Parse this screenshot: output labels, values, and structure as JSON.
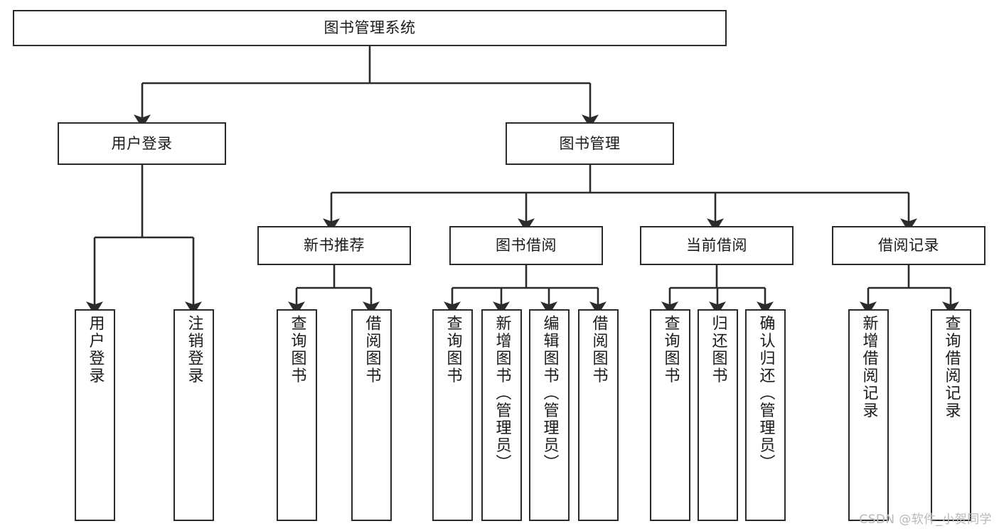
{
  "diagram": {
    "title": "图书管理系统",
    "watermark": "CSDN @软件_小贺同学",
    "stroke_color": "#2b2b2b",
    "text_color": "#1a1a1a",
    "background_color": "#ffffff",
    "watermark_color": "#b8b8b8"
  },
  "nodes": {
    "root": {
      "label": "图书管理系统"
    },
    "level2": [
      {
        "id": "user-login",
        "label": "用户登录"
      },
      {
        "id": "book-manage",
        "label": "图书管理"
      }
    ],
    "level3": [
      {
        "id": "new-book-recommend",
        "label": "新书推荐"
      },
      {
        "id": "book-borrow",
        "label": "图书借阅"
      },
      {
        "id": "current-borrow",
        "label": "当前借阅"
      },
      {
        "id": "borrow-record",
        "label": "借阅记录"
      }
    ],
    "leaves": {
      "user_login": [
        {
          "id": "leaf-user-login",
          "label": "用户登录"
        },
        {
          "id": "leaf-logout-login",
          "label": "注销登录"
        }
      ],
      "new_book_recommend": [
        {
          "id": "leaf-query-book-1",
          "label": "查询图书"
        },
        {
          "id": "leaf-borrow-book-1",
          "label": "借阅图书"
        }
      ],
      "book_borrow": [
        {
          "id": "leaf-query-book-2",
          "label": "查询图书"
        },
        {
          "id": "leaf-add-book",
          "label": "新增图书（管理员）"
        },
        {
          "id": "leaf-edit-book",
          "label": "编辑图书（管理员）"
        },
        {
          "id": "leaf-borrow-book-2",
          "label": "借阅图书"
        }
      ],
      "current_borrow": [
        {
          "id": "leaf-query-book-3",
          "label": "查询图书"
        },
        {
          "id": "leaf-return-book",
          "label": "归还图书"
        },
        {
          "id": "leaf-confirm-return",
          "label": "确认归还（管理员）"
        }
      ],
      "borrow_record": [
        {
          "id": "leaf-add-record",
          "label": "新增借阅记录"
        },
        {
          "id": "leaf-query-record",
          "label": "查询借阅记录"
        }
      ]
    }
  },
  "chart_data": {
    "type": "diagram",
    "subtype": "tree-hierarchy",
    "title": "图书管理系统",
    "orientation": "top-down",
    "edge_style": "orthogonal-with-arrowheads",
    "levels": 4,
    "tree": {
      "label": "图书管理系统",
      "children": [
        {
          "label": "用户登录",
          "children": [
            {
              "label": "用户登录",
              "children": []
            },
            {
              "label": "注销登录",
              "children": []
            }
          ]
        },
        {
          "label": "图书管理",
          "children": [
            {
              "label": "新书推荐",
              "children": [
                {
                  "label": "查询图书",
                  "children": []
                },
                {
                  "label": "借阅图书",
                  "children": []
                }
              ]
            },
            {
              "label": "图书借阅",
              "children": [
                {
                  "label": "查询图书",
                  "children": []
                },
                {
                  "label": "新增图书（管理员）",
                  "children": []
                },
                {
                  "label": "编辑图书（管理员）",
                  "children": []
                },
                {
                  "label": "借阅图书",
                  "children": []
                }
              ]
            },
            {
              "label": "当前借阅",
              "children": [
                {
                  "label": "查询图书",
                  "children": []
                },
                {
                  "label": "归还图书",
                  "children": []
                },
                {
                  "label": "确认归还（管理员）",
                  "children": []
                }
              ]
            },
            {
              "label": "借阅记录",
              "children": [
                {
                  "label": "新增借阅记录",
                  "children": []
                },
                {
                  "label": "查询借阅记录",
                  "children": []
                }
              ]
            }
          ]
        }
      ]
    }
  }
}
